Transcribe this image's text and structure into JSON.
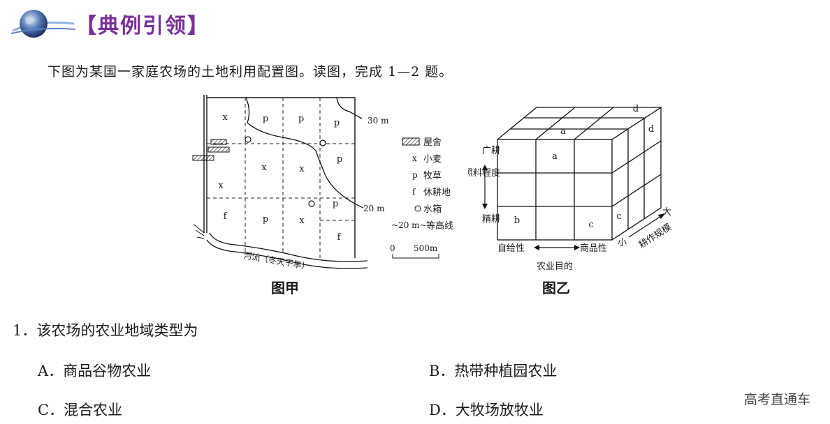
{
  "header": {
    "title": "【典例引领】",
    "accent_color": "#7a2f9c",
    "icon": "globe-icon"
  },
  "intro": "下图为某国一家庭农场的土地利用配置图。读图，完成 1—2 题。",
  "figure_a": {
    "caption": "图甲",
    "cells": [
      "x",
      "p",
      "p",
      "p",
      "x",
      "x",
      "p",
      "x",
      "p",
      "f",
      "p",
      "x",
      "f"
    ],
    "contour_30": "30 m",
    "contour_20": "20 m",
    "river_label": "河流（冬天干旱）",
    "legend": {
      "house": "屋舍",
      "wheat_sym": "x",
      "wheat": "小麦",
      "pasture_sym": "p",
      "pasture": "牧草",
      "fallow_sym": "f",
      "fallow": "休耕地",
      "tank": "水箱",
      "contour_sample": "~20 m~",
      "contour": "等高线",
      "scale_zero": "0",
      "scale_len": "500m"
    }
  },
  "figure_b": {
    "caption": "图乙",
    "y_top": "广耕",
    "y_bottom": "精耕",
    "y_label": "照料程度",
    "x_left": "自给性",
    "x_right": "商品性",
    "x_label": "农业目的",
    "z_small": "小",
    "z_big": "大",
    "z_label": "耕作规模",
    "letters": {
      "a_top": "a",
      "a_front": "a",
      "b": "b",
      "c_front": "c",
      "c_side": "c",
      "d_top": "d",
      "d_side": "d"
    }
  },
  "question": {
    "stem": "1．该农场的农业地域类型为",
    "options": [
      {
        "label": "A．商品谷物农业"
      },
      {
        "label": "B．热带种植园农业"
      },
      {
        "label": "C．混合农业"
      },
      {
        "label": "D．大牧场放牧业"
      }
    ]
  },
  "watermark": "高考直通车"
}
